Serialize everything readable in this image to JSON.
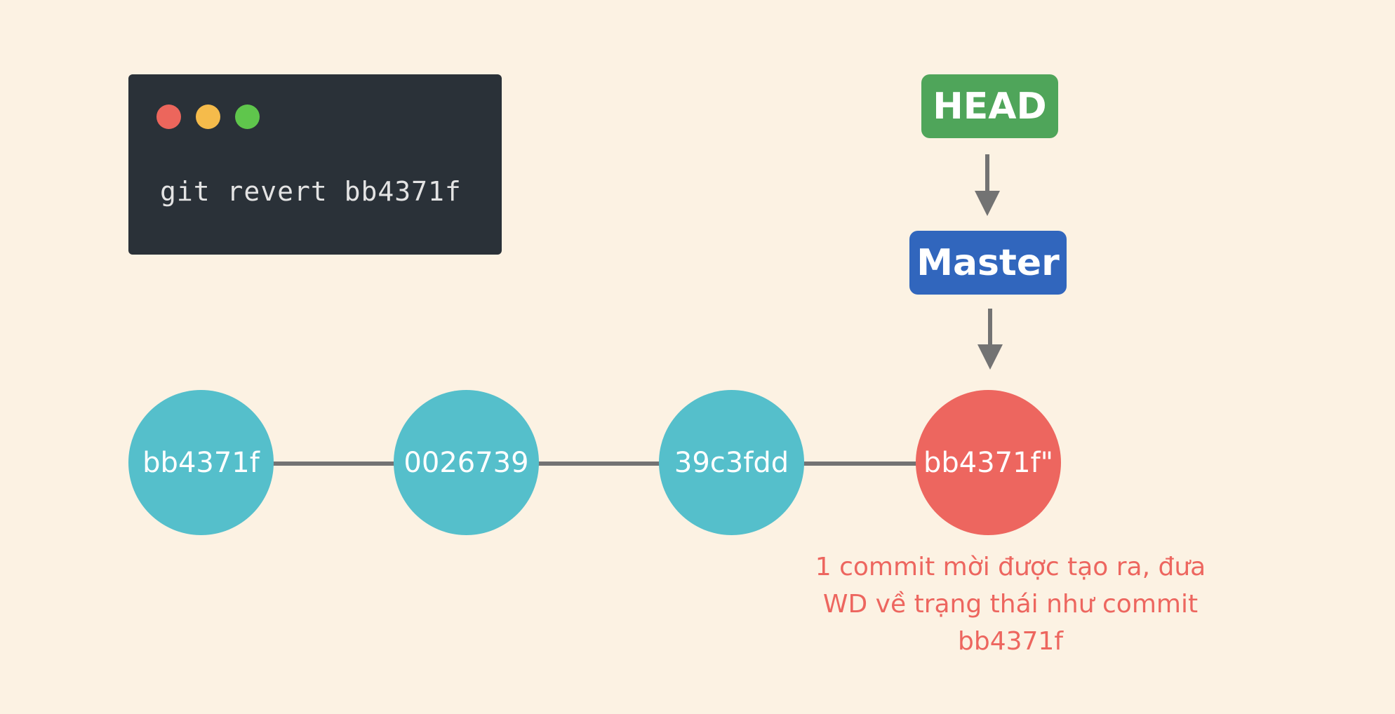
{
  "terminal": {
    "command": "git revert bb4371f"
  },
  "refs": {
    "head": "HEAD",
    "master": "Master"
  },
  "commits": [
    {
      "id": "bb4371f"
    },
    {
      "id": "0026739"
    },
    {
      "id": "39c3fdd"
    },
    {
      "id": "bb4371f\""
    }
  ],
  "caption": {
    "line1": "1 commit mời được tạo ra, đưa",
    "line2": "WD về trạng thái như commit",
    "line3": "bb4371f"
  },
  "colors": {
    "background": "#fcf2e3",
    "terminal": "#2a3138",
    "head": "#4fa55a",
    "master": "#3166bd",
    "commit": "#55bfcb",
    "new_commit": "#ed665f",
    "connector": "#737373"
  }
}
